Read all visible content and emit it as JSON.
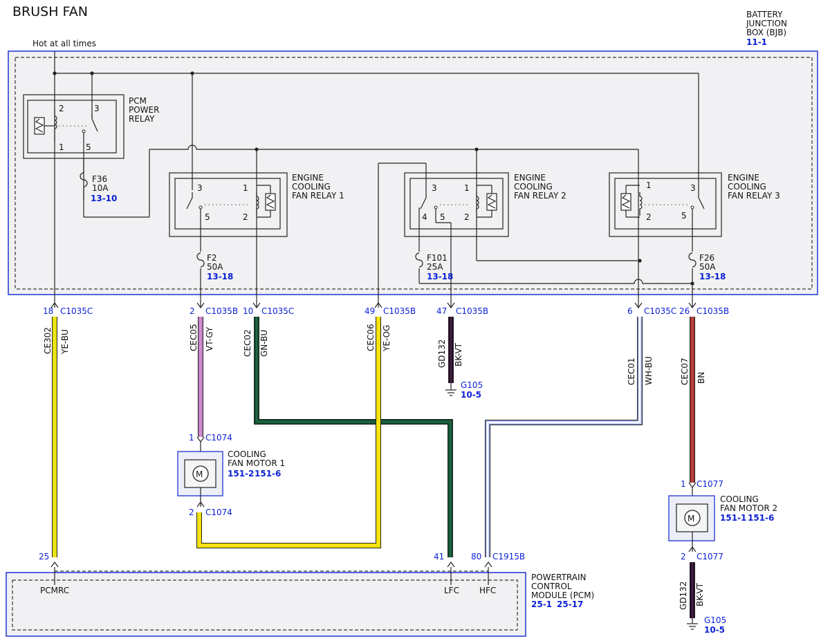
{
  "title": "BRUSH FAN",
  "hot_label": "Hot at all times",
  "bjb": {
    "line1": "BATTERY",
    "line2": "JUNCTION",
    "line3": "BOX (BJB)",
    "ref": "11-1"
  },
  "pcm_relay": {
    "line1": "PCM",
    "line2": "POWER",
    "line3": "RELAY",
    "pins": [
      "2",
      "3",
      "1",
      "5"
    ]
  },
  "relay1": {
    "line1": "ENGINE",
    "line2": "COOLING",
    "line3": "FAN RELAY 1",
    "pins": [
      "3",
      "1",
      "5",
      "2"
    ]
  },
  "relay2": {
    "line1": "ENGINE",
    "line2": "COOLING",
    "line3": "FAN RELAY 2",
    "pins": [
      "3",
      "1",
      "4",
      "5",
      "2"
    ]
  },
  "relay3": {
    "line1": "ENGINE",
    "line2": "COOLING",
    "line3": "FAN RELAY 3",
    "pins": [
      "1",
      "3",
      "2",
      "5"
    ]
  },
  "fuses": [
    {
      "id": "F36",
      "rating": "10A",
      "ref": "13-10"
    },
    {
      "id": "F2",
      "rating": "50A",
      "ref": "13-18"
    },
    {
      "id": "F101",
      "rating": "25A",
      "ref": "13-18"
    },
    {
      "id": "F26",
      "rating": "50A",
      "ref": "13-18"
    }
  ],
  "connectors": [
    {
      "pin": "18",
      "name": "C1035C"
    },
    {
      "pin": "2",
      "name": "C1035B"
    },
    {
      "pin": "10",
      "name": "C1035C"
    },
    {
      "pin": "49",
      "name": "C1035B"
    },
    {
      "pin": "47",
      "name": "C1035B"
    },
    {
      "pin": "6",
      "name": "C1035C"
    },
    {
      "pin": "26",
      "name": "C1035B"
    }
  ],
  "circuits": [
    {
      "circuit": "CE302",
      "color": "YE-BU",
      "hex": "#e8e000"
    },
    {
      "circuit": "CEC05",
      "color": "VT-GY",
      "hex": "#c77fc4"
    },
    {
      "circuit": "CEC02",
      "color": "GN-BU",
      "hex": "#0b4f2e"
    },
    {
      "circuit": "CEC06",
      "color": "YE-OG",
      "hex": "#f2e000"
    },
    {
      "circuit": "GD132",
      "color": "BK-VT",
      "hex": "#2a0a2a"
    },
    {
      "circuit": "CEC01",
      "color": "WH-BU",
      "hex": "#8d9de0"
    },
    {
      "circuit": "CEC07",
      "color": "BN",
      "hex": "#a8322c"
    }
  ],
  "ground1": {
    "name": "G105",
    "ref": "10-5"
  },
  "ground2": {
    "name": "G105",
    "ref": "10-5",
    "circuit": "GD132",
    "color": "BK-VT"
  },
  "motor1": {
    "line1": "COOLING",
    "line2": "FAN MOTOR 1",
    "ref1": "151-2",
    "ref2": "151-6",
    "symbol": "M",
    "conn_top": {
      "pin": "1",
      "name": "C1074"
    },
    "conn_bot": {
      "pin": "2",
      "name": "C1074"
    }
  },
  "motor2": {
    "line1": "COOLING",
    "line2": "FAN MOTOR 2",
    "ref1": "151-1",
    "ref2": "151-6",
    "symbol": "M",
    "conn_top": {
      "pin": "1",
      "name": "C1077"
    },
    "conn_bot": {
      "pin": "2",
      "name": "C1077"
    }
  },
  "pcm": {
    "line1": "POWERTRAIN",
    "line2": "CONTROL",
    "line3": "MODULE (PCM)",
    "ref1": "25-1",
    "ref2": "25-17",
    "pins": [
      {
        "pin": "25",
        "label": "PCMRC"
      },
      {
        "pin": "41",
        "label": "LFC"
      },
      {
        "pin": "80",
        "label": "HFC"
      }
    ],
    "connector": "C1915B"
  }
}
